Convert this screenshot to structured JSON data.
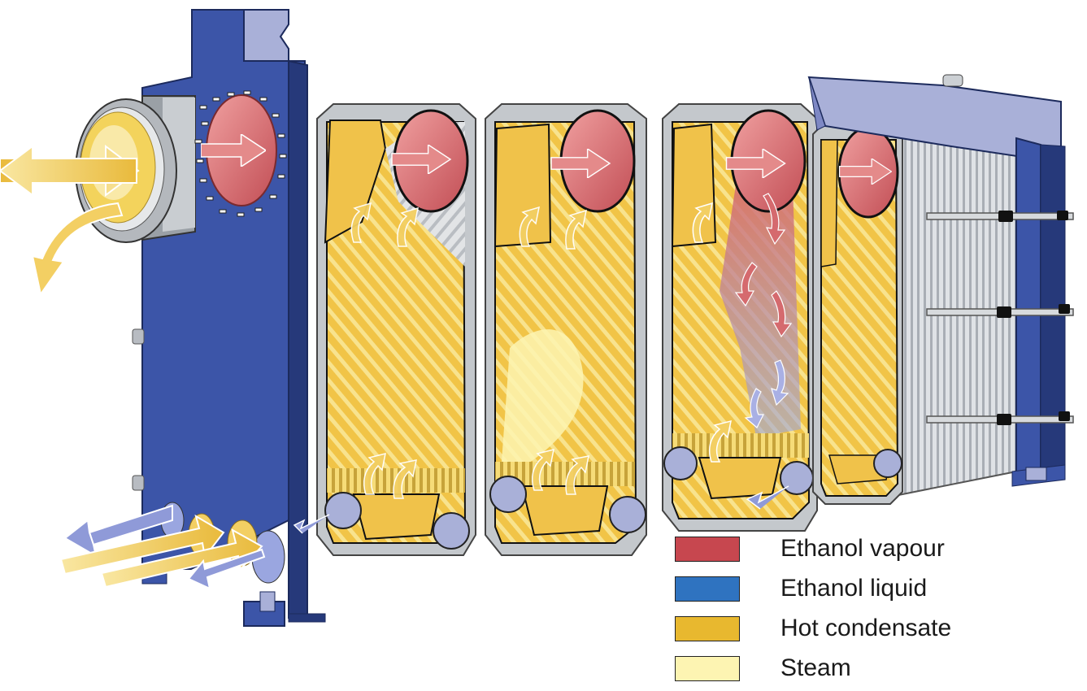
{
  "legend": {
    "items": [
      {
        "label": "Ethanol vapour",
        "color": "#c7474f"
      },
      {
        "label": "Ethanol liquid",
        "color": "#2f73c0"
      },
      {
        "label": "Hot condensate",
        "color": "#e8b82f"
      },
      {
        "label": "Steam",
        "color": "#fdf4b2"
      }
    ]
  },
  "colors": {
    "frame_blue": "#3c55a8",
    "frame_blue_dark": "#26397a",
    "frame_lavender": "#a9b0d8",
    "gasket_grey": "#c4c8cc",
    "plate_steel": "#d5d8dc",
    "vapour_port": "#d46868",
    "liquid_arrow": "#9aa6e0"
  },
  "icons": {
    "flow_arrow": "flow-arrow-icon",
    "port": "port-ring-icon"
  }
}
